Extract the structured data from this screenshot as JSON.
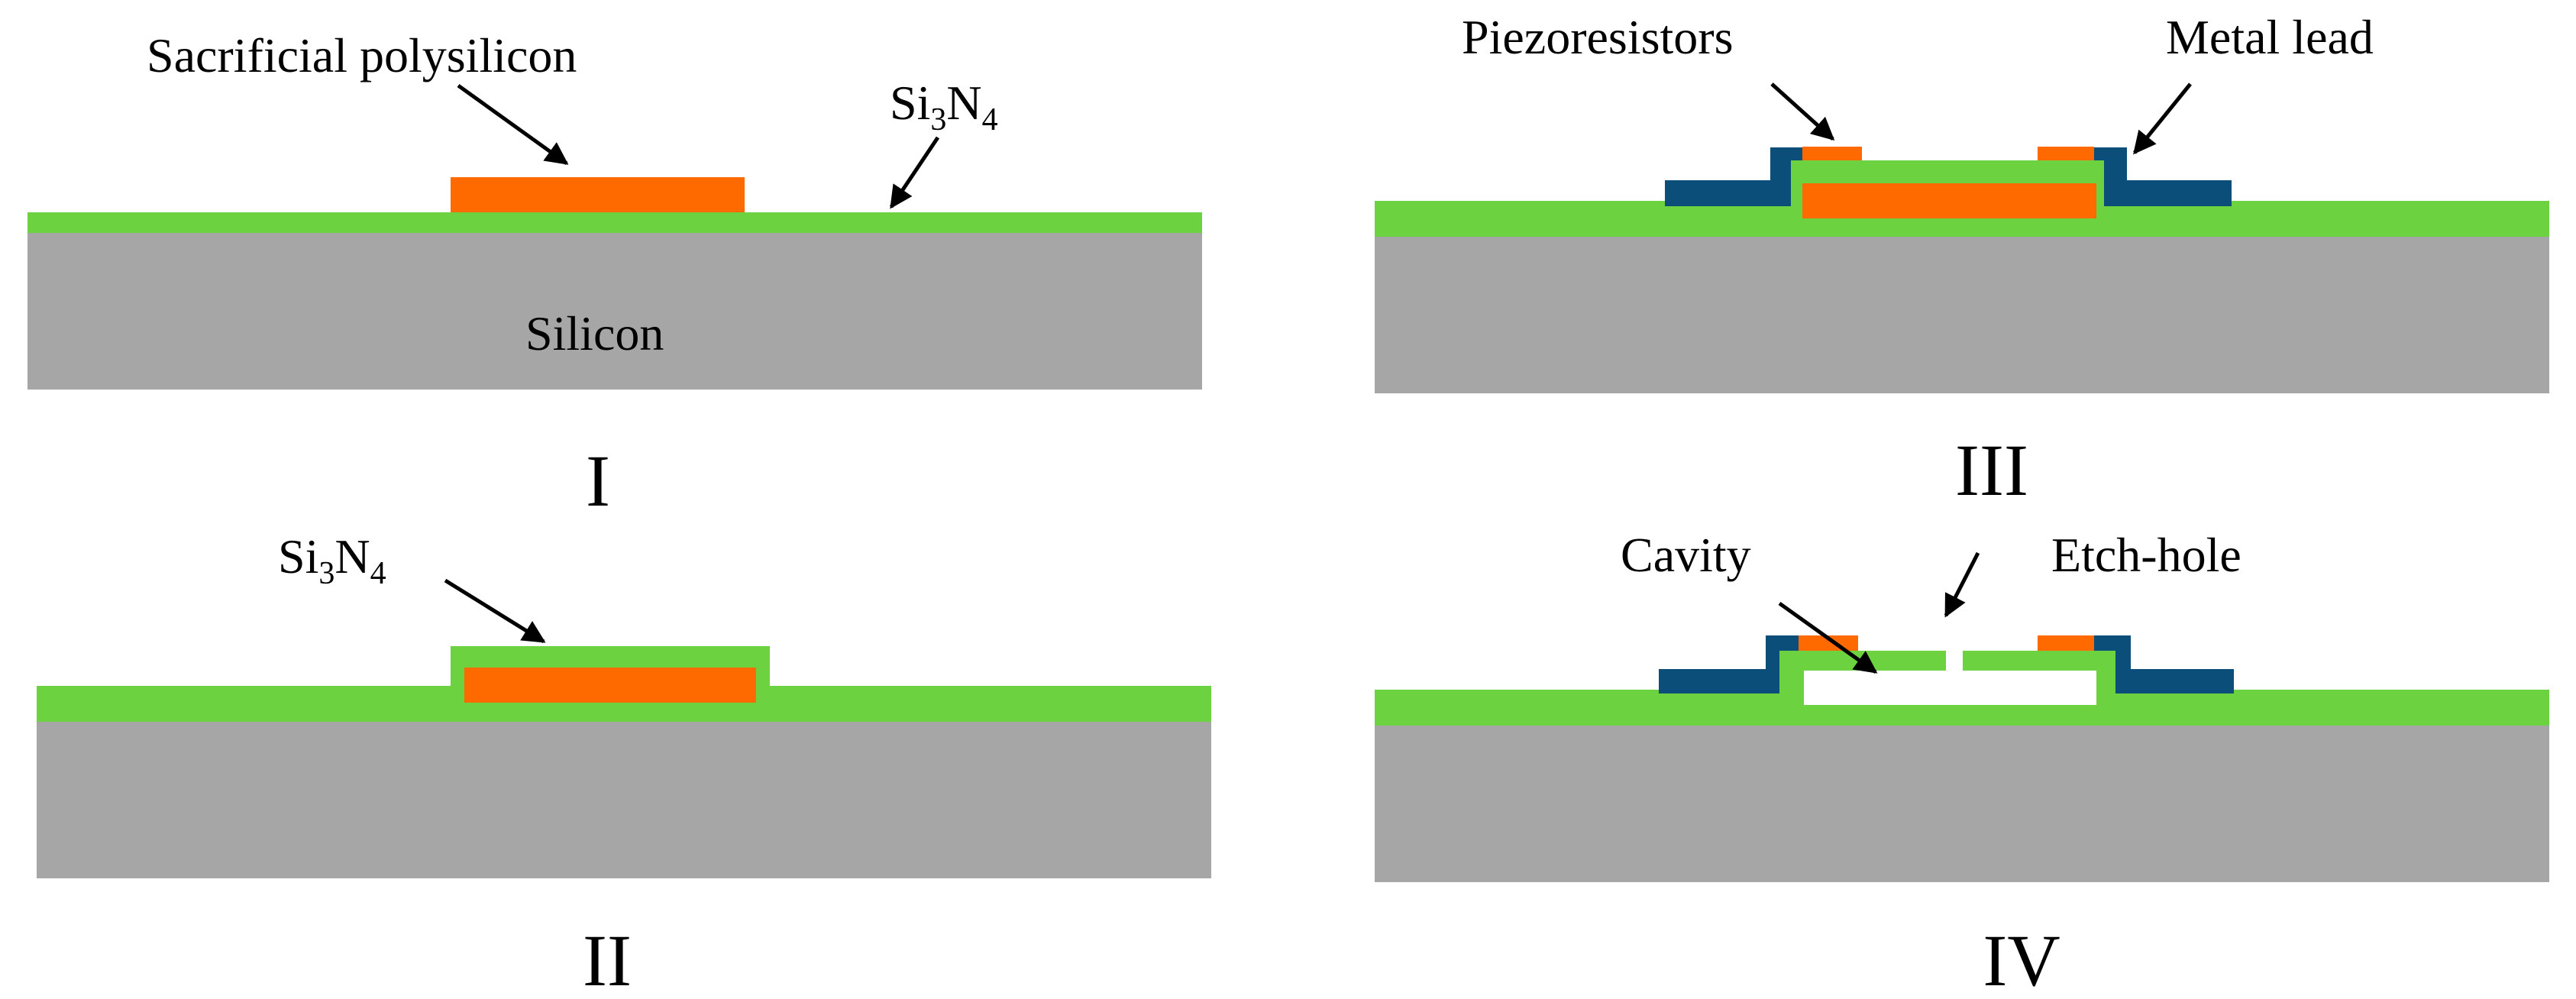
{
  "colors": {
    "silicon": "#a6a6a6",
    "nitride": "#6dd23f",
    "polysilicon": "#ff6a00",
    "metal": "#0b4e7a",
    "cavity": "#ffffff",
    "arrow": "#000000"
  },
  "panels": {
    "p1": {
      "numeral": "I",
      "poly_label": "Sacrificial polysilicon",
      "nitride_label": {
        "base": "Si",
        "sub1": "3",
        "mid": "N",
        "sub2": "4"
      },
      "silicon_label": "Silicon"
    },
    "p2": {
      "numeral": "II",
      "nitride_label": {
        "base": "Si",
        "sub1": "3",
        "mid": "N",
        "sub2": "4"
      }
    },
    "p3": {
      "numeral": "III",
      "piezo_label": "Piezoresistors",
      "metal_label": "Metal lead"
    },
    "p4": {
      "numeral": "IV",
      "cavity_label": "Cavity",
      "etch_label": "Etch-hole"
    }
  }
}
